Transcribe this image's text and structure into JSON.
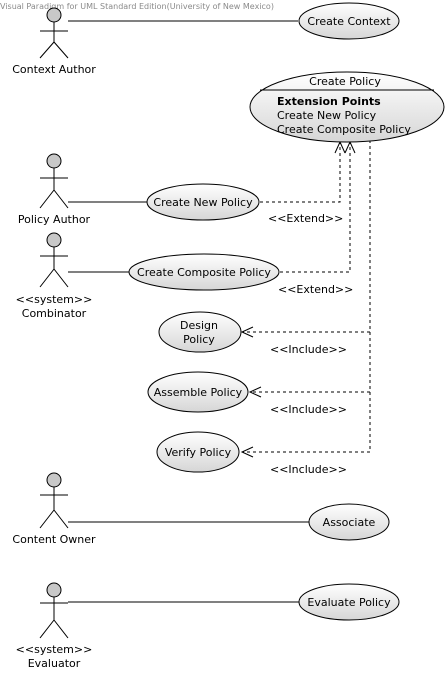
{
  "watermark": "Visual Paradigm for UML Standard Edition(University of New Mexico)",
  "actors": {
    "context_author": "Context Author",
    "policy_author": "Policy Author",
    "combinator_stereotype": "<<system>>",
    "combinator": "Combinator",
    "content_owner": "Content Owner",
    "evaluator_stereotype": "<<system>>",
    "evaluator": "Evaluator"
  },
  "use_cases": {
    "create_context": "Create Context",
    "create_policy": "Create Policy",
    "extension_points_title": "Extension Points",
    "extension_point_1": "Create New Policy",
    "extension_point_2": "Create Composite Policy",
    "create_new_policy": "Create New Policy",
    "create_composite_policy": "Create Composite Policy",
    "design_policy_line1": "Design",
    "design_policy_line2": "Policy",
    "assemble_policy": "Assemble Policy",
    "verify_policy": "Verify Policy",
    "associate": "Associate",
    "evaluate_policy": "Evaluate Policy"
  },
  "relations": {
    "extend_1": "<<Extend>>",
    "extend_2": "<<Extend>>",
    "include_1": "<<Include>>",
    "include_2": "<<Include>>",
    "include_3": "<<Include>>"
  }
}
